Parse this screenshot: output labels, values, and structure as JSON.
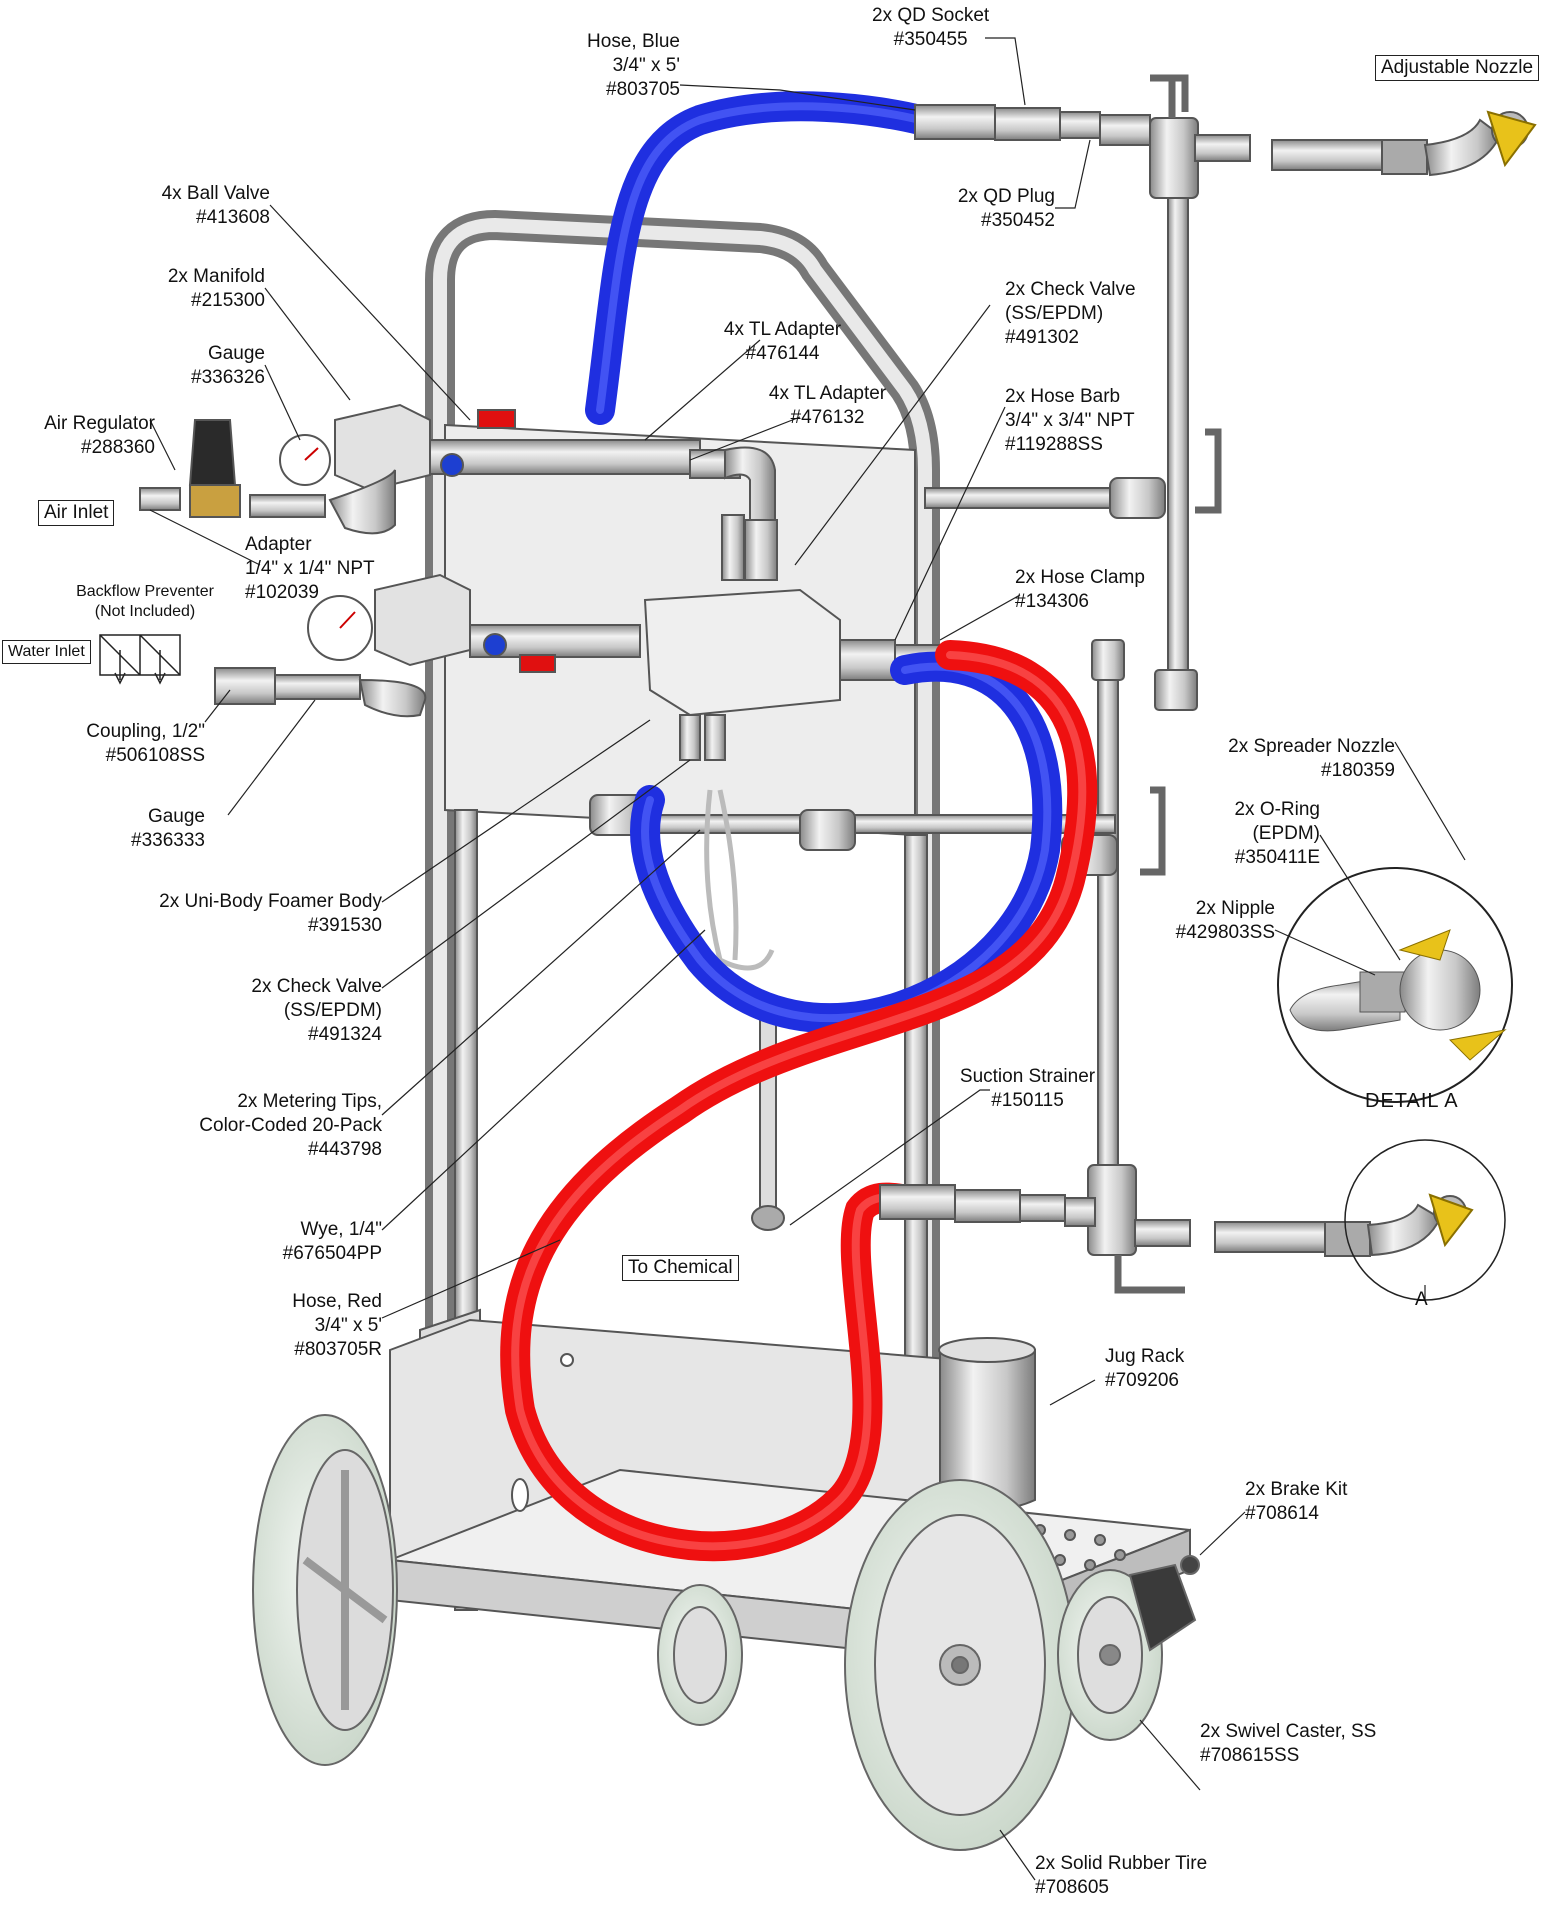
{
  "colors": {
    "hose_blue": "#1f2fe0",
    "hose_red": "#ef1010",
    "frame": "#c8c8c8",
    "wheel": "#e3ece3",
    "lever": "#e8c21a"
  },
  "callouts": {
    "qd_socket": [
      "2x QD Socket",
      "#350455"
    ],
    "hose_blue": [
      "Hose, Blue",
      "3/4\" x 5'",
      "#803705"
    ],
    "qd_plug": [
      "2x QD Plug",
      "#350452"
    ],
    "ball_valve": [
      "4x Ball Valve",
      "#413608"
    ],
    "manifold": [
      "2x Manifold",
      "#215300"
    ],
    "gauge_1": [
      "Gauge",
      "#336326"
    ],
    "air_regulator": [
      "Air Regulator",
      "#288360"
    ],
    "adapter": [
      "Adapter",
      "1/4\" x 1/4\" NPT",
      "#102039"
    ],
    "backflow": [
      "Backflow Preventer",
      "(Not Included)"
    ],
    "coupling": [
      "Coupling, 1/2\"",
      "#506108SS"
    ],
    "gauge_2": [
      "Gauge",
      "#336333"
    ],
    "tl_adapter_1": [
      "4x TL Adapter",
      "#476144"
    ],
    "tl_adapter_2": [
      "4x TL Adapter",
      "#476132"
    ],
    "check_valve_1": [
      "2x Check Valve",
      "(SS/EPDM)",
      "#491302"
    ],
    "hose_barb": [
      "2x Hose Barb",
      "3/4\" x 3/4\" NPT",
      "#119288SS"
    ],
    "hose_clamp": [
      "2x Hose Clamp",
      "#134306"
    ],
    "foamer_body": [
      "2x Uni-Body Foamer Body",
      "#391530"
    ],
    "check_valve_2": [
      "2x Check Valve",
      "(SS/EPDM)",
      "#491324"
    ],
    "metering_tips": [
      "2x Metering Tips,",
      "Color-Coded 20-Pack",
      "#443798"
    ],
    "wye": [
      "Wye, 1/4\"",
      "#676504PP"
    ],
    "hose_red": [
      "Hose, Red",
      "3/4\" x 5'",
      "#803705R"
    ],
    "suction_strainer": [
      "Suction Strainer",
      "#150115"
    ],
    "spreader_nozzle": [
      "2x Spreader Nozzle",
      "#180359"
    ],
    "o_ring": [
      "2x O-Ring",
      "(EPDM)",
      "#350411E"
    ],
    "nipple": [
      "2x Nipple",
      "#429803SS"
    ],
    "jug_rack": [
      "Jug Rack",
      "#709206"
    ],
    "brake_kit": [
      "2x Brake Kit",
      "#708614"
    ],
    "swivel_caster": [
      "2x Swivel Caster, SS",
      "#708615SS"
    ],
    "tire": [
      "2x Solid Rubber Tire",
      "#708605"
    ]
  },
  "boxes": {
    "adjustable_nozzle": "Adjustable Nozzle",
    "air_inlet": "Air Inlet",
    "water_inlet": "Water Inlet",
    "to_chemical": "To Chemical"
  },
  "detail": {
    "title": "DETAIL A",
    "marker": "A"
  }
}
